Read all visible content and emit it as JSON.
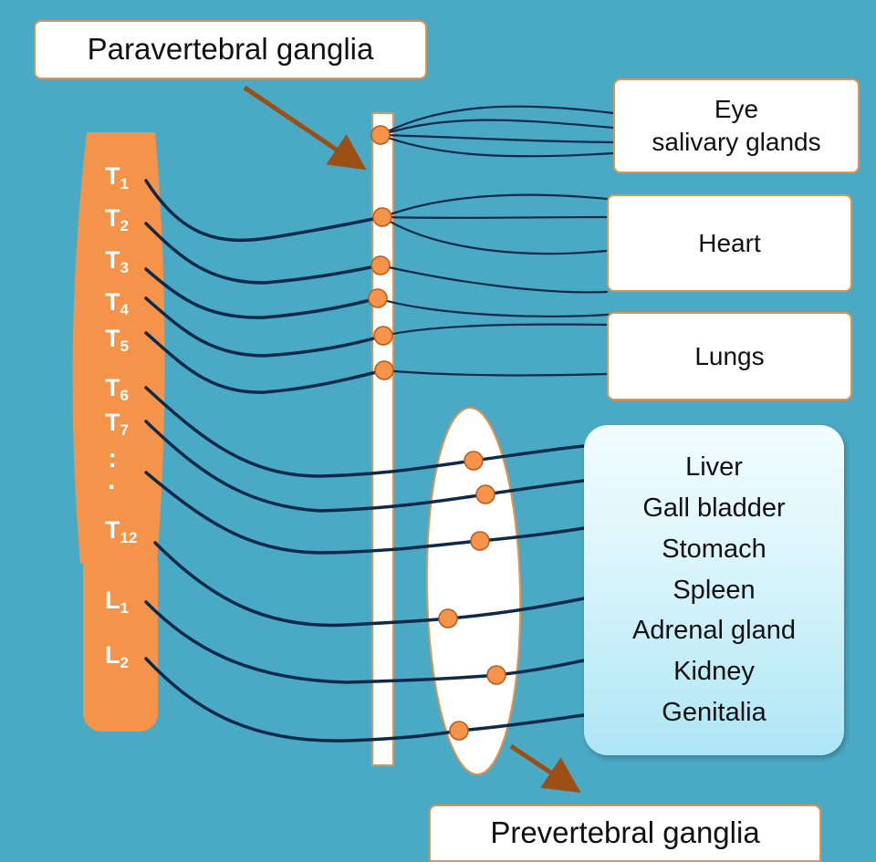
{
  "labels": {
    "paravertebral": "Paravertebral ganglia",
    "prevertebral": "Prevertebral ganglia"
  },
  "organs": {
    "eye_line1": "Eye",
    "eye_line2": "salivary glands",
    "heart": "Heart",
    "lungs": "Lungs",
    "abdominal": [
      "Liver",
      "Gall bladder",
      "Stomach",
      "Spleen",
      "Adrenal gland",
      "Kidney",
      "Genitalia"
    ]
  },
  "segments": [
    {
      "letter": "T",
      "num": "1"
    },
    {
      "letter": "T",
      "num": "2"
    },
    {
      "letter": "T",
      "num": "3"
    },
    {
      "letter": "T",
      "num": "4"
    },
    {
      "letter": "T",
      "num": "5"
    },
    {
      "letter": "T",
      "num": "6"
    },
    {
      "letter": "T",
      "num": "7"
    },
    {
      "letter": "T",
      "num": "12"
    },
    {
      "letter": "L",
      "num": "1"
    },
    {
      "letter": "L",
      "num": "2"
    }
  ],
  "ellipsis_dots": [
    ":",
    "."
  ],
  "colors": {
    "background": "#4aa9c5",
    "spinal_cord": "#f5934a",
    "ganglion": "#f5934a",
    "nerve": "#0e2a4a",
    "arrow": "#9b4f14",
    "box_border": "#e8914a"
  }
}
